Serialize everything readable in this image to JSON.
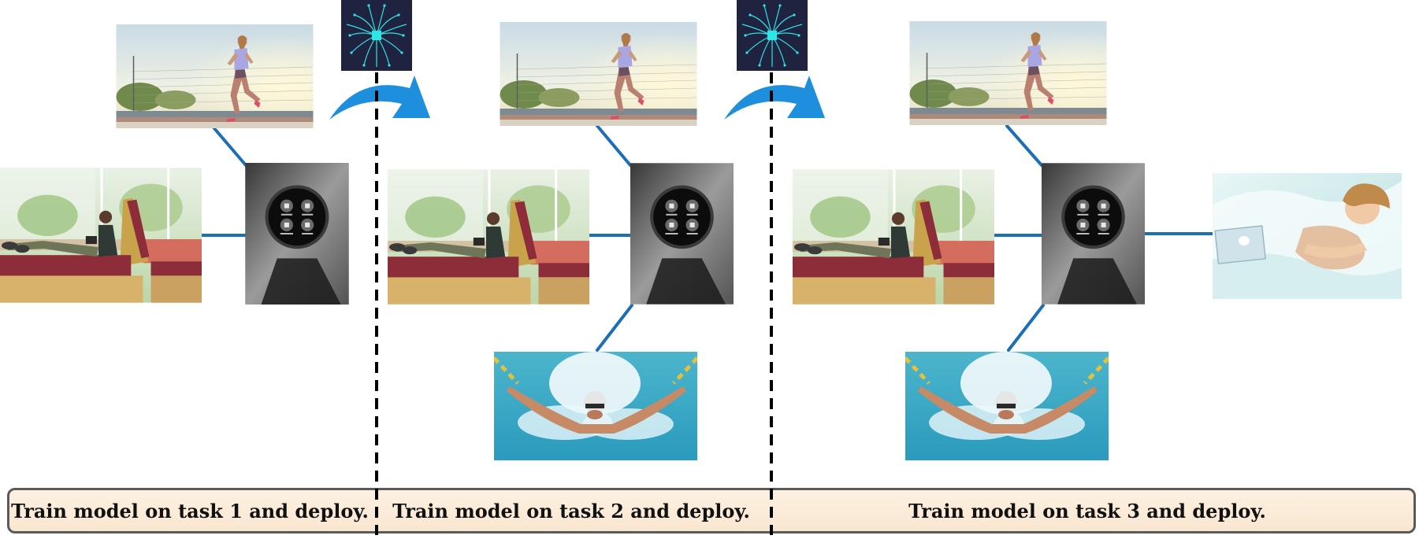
{
  "tasks": [
    {
      "caption": "Train model on task 1 and deploy."
    },
    {
      "caption": "Train model on task 2 and deploy."
    },
    {
      "caption": "Train model on task 3 and deploy."
    }
  ],
  "pictures": {
    "runner": "runner-photo",
    "sitting": "sitting-person-photo",
    "watch": "smartwatch-photo",
    "swimmer": "swimmer-photo",
    "sleeping": "sleeping-person-photo",
    "chip": "neural-chip-icon",
    "arrow": "curved-arrow-icon"
  },
  "colors": {
    "connector": "#1a6fb5",
    "arrow": "#1e8fdc",
    "divider": "#000000",
    "caption_bar": "#fbeedd",
    "caption_border": "#5a5a5a"
  }
}
